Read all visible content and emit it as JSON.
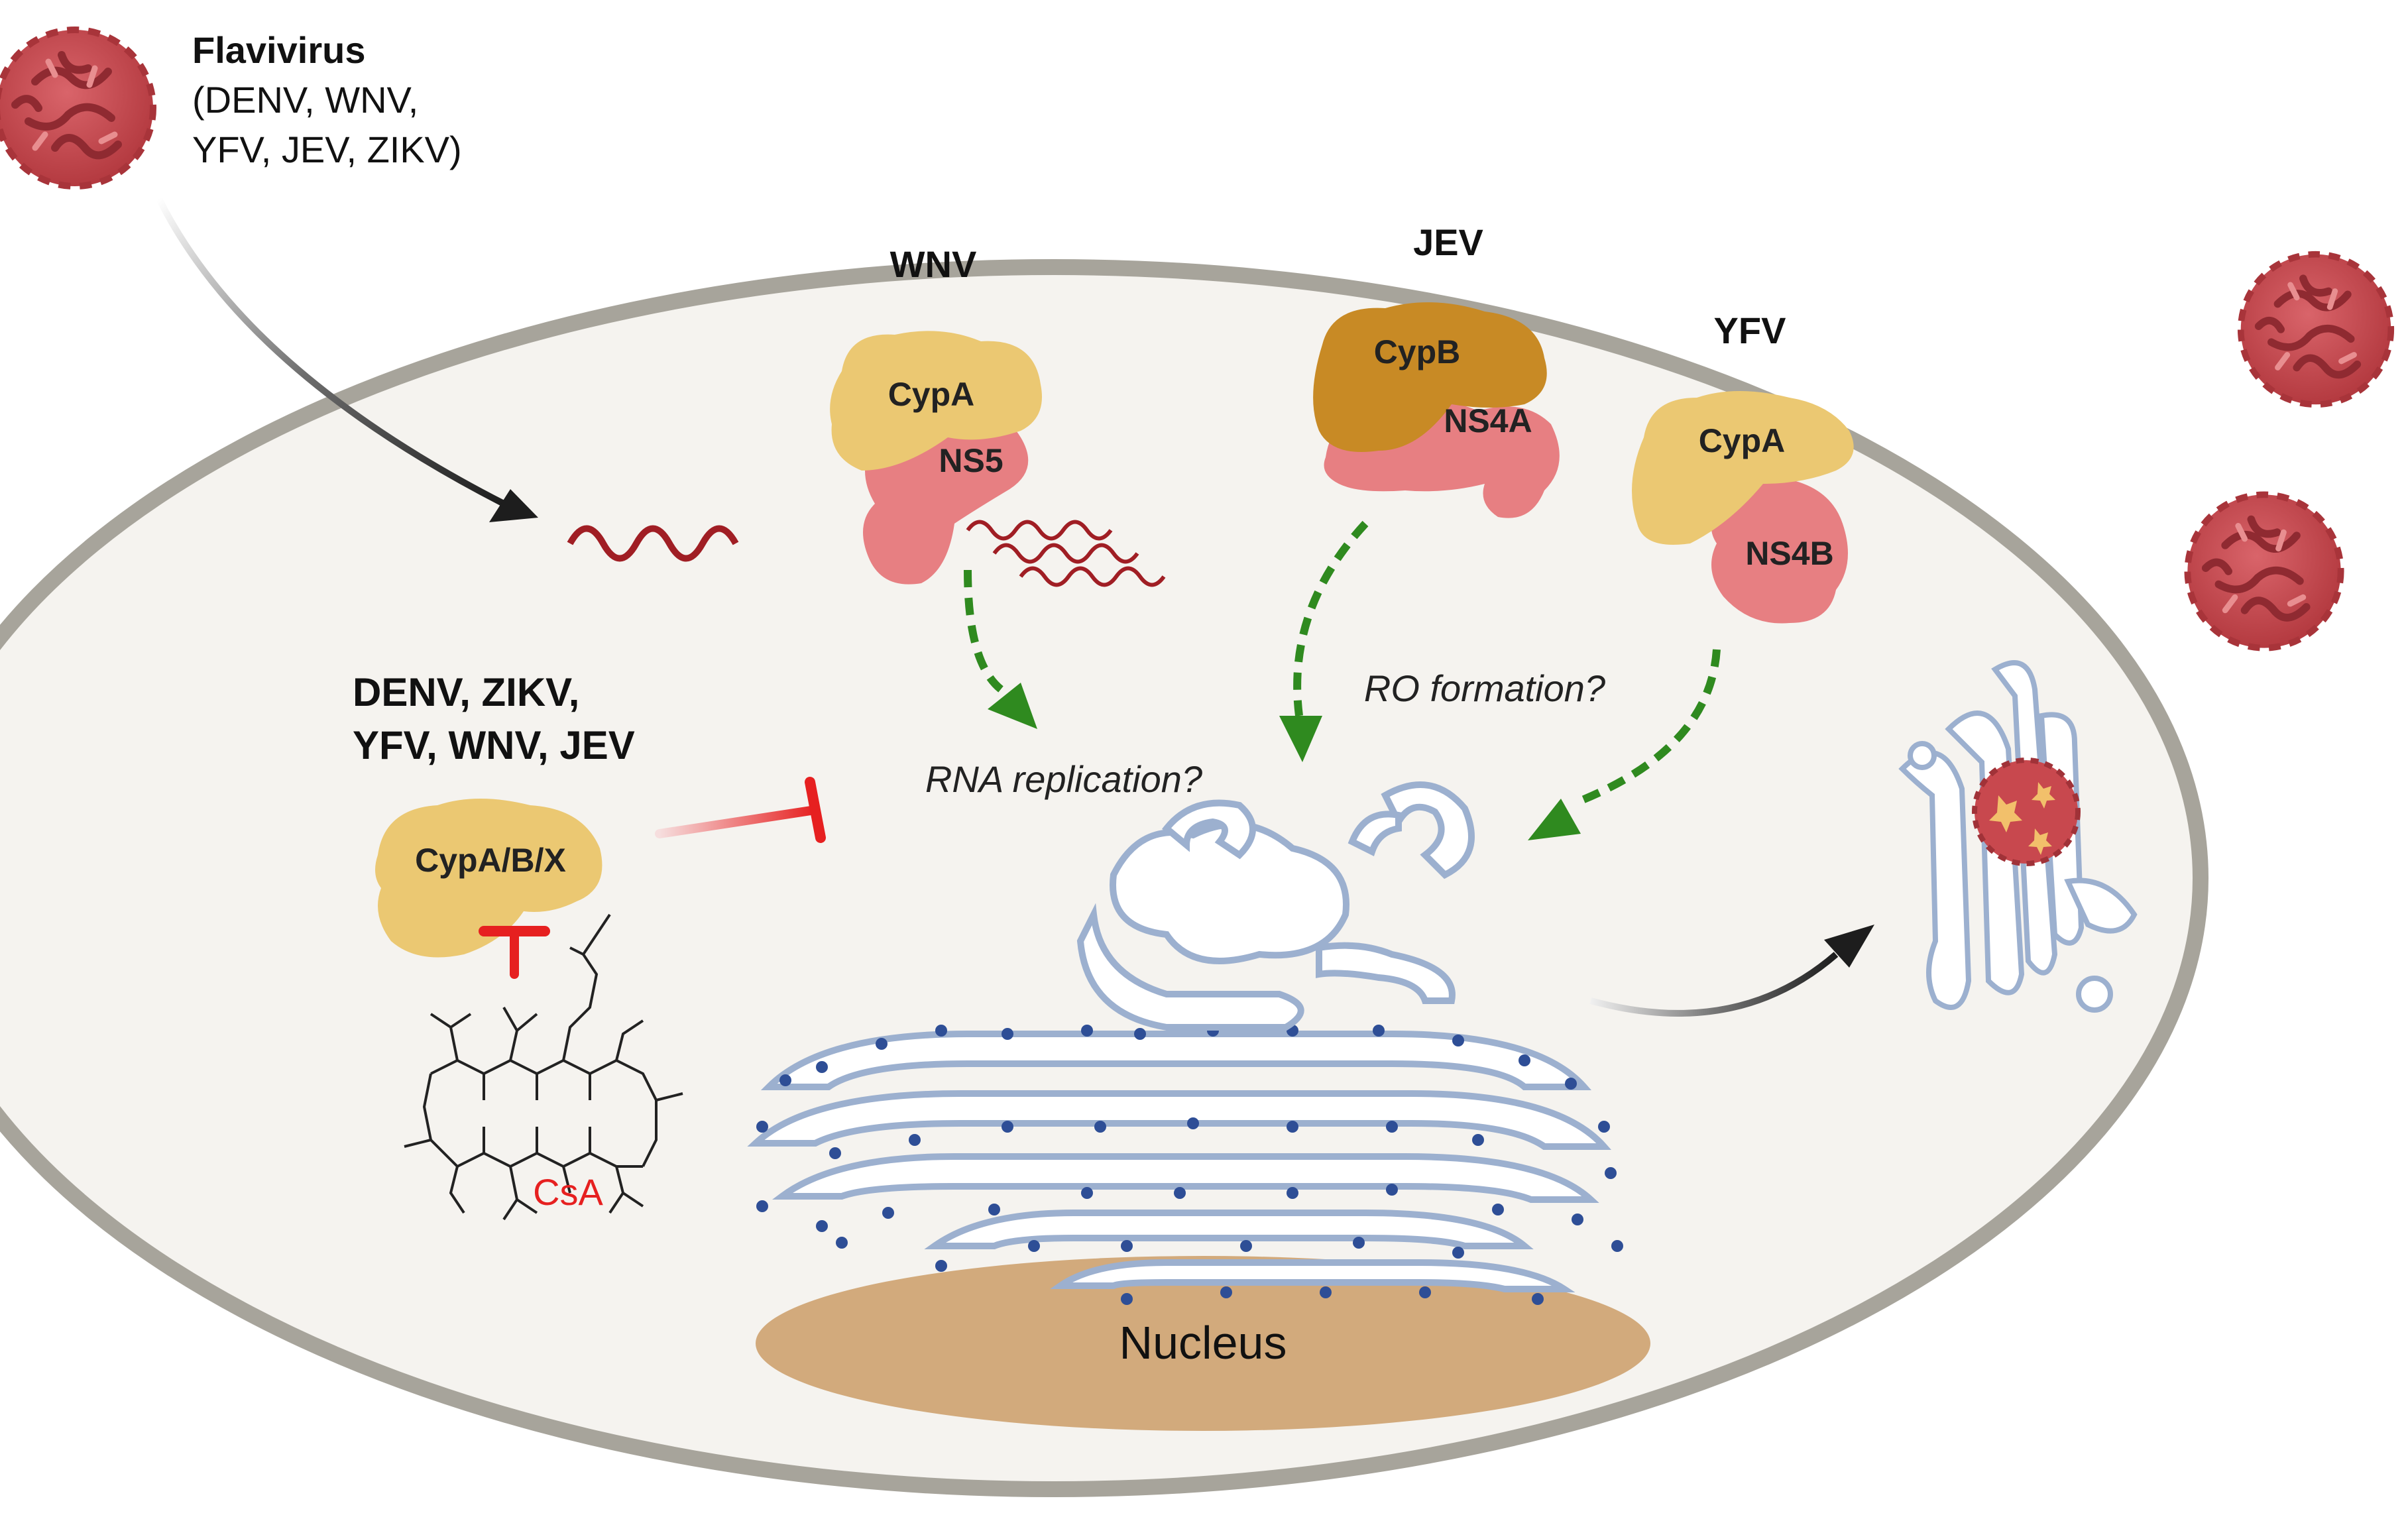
{
  "virus_label": {
    "title": "Flavivirus",
    "line1": "(DENV, WNV,",
    "line2": "YFV, JEV, ZIKV)"
  },
  "complexes": [
    {
      "virus": "WNV",
      "cyp": "CypA",
      "ns": "NS5"
    },
    {
      "virus": "JEV",
      "cyp": "CypB",
      "ns": "NS4A"
    },
    {
      "virus": "YFV",
      "cyp": "CypA",
      "ns": "NS4B"
    }
  ],
  "process_labels": {
    "rna_replication": "RNA replication?",
    "ro_formation": "RO formation?"
  },
  "inhibition": {
    "viruses_line1": "DENV, ZIKV,",
    "viruses_line2": "YFV, WNV, JEV",
    "cyp_label": "CypA/B/X",
    "drug": "CsA"
  },
  "nucleus_label": "Nucleus",
  "colors": {
    "cell_membrane": "#a7a49b",
    "cytoplasm": "#f5f3ef",
    "virus": "#c9464b",
    "cyp_light": "#ebc872",
    "cyp_dark": "#c88a25",
    "ns_protein": "#e77f82",
    "inhibit": "#e62020",
    "green_arrow": "#2f8a1f",
    "er_outline": "#9cb0cf",
    "ribosome": "#2e4e96",
    "nucleus": "#d2aa7c"
  }
}
